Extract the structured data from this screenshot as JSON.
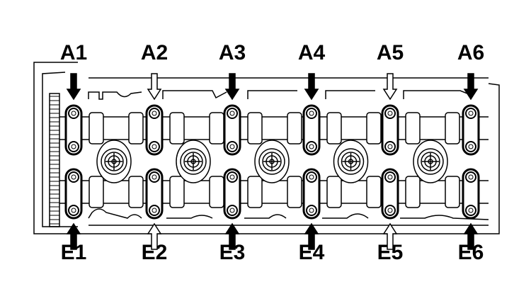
{
  "diagram": {
    "colors": {
      "ink": "#000000",
      "paper": "#ffffff"
    },
    "columns": [
      {
        "top_label": "A1",
        "top_arrow": "solid",
        "bottom_label": "E1",
        "bottom_arrow": "solid"
      },
      {
        "top_label": "A2",
        "top_arrow": "hollow",
        "bottom_label": "E2",
        "bottom_arrow": "hollow"
      },
      {
        "top_label": "A3",
        "top_arrow": "solid",
        "bottom_label": "E3",
        "bottom_arrow": "solid"
      },
      {
        "top_label": "A4",
        "top_arrow": "solid",
        "bottom_label": "E4",
        "bottom_arrow": "solid"
      },
      {
        "top_label": "A5",
        "top_arrow": "hollow",
        "bottom_label": "E5",
        "bottom_arrow": "hollow"
      },
      {
        "top_label": "A6",
        "top_arrow": "solid",
        "bottom_label": "E6",
        "bottom_arrow": "solid"
      }
    ]
  }
}
